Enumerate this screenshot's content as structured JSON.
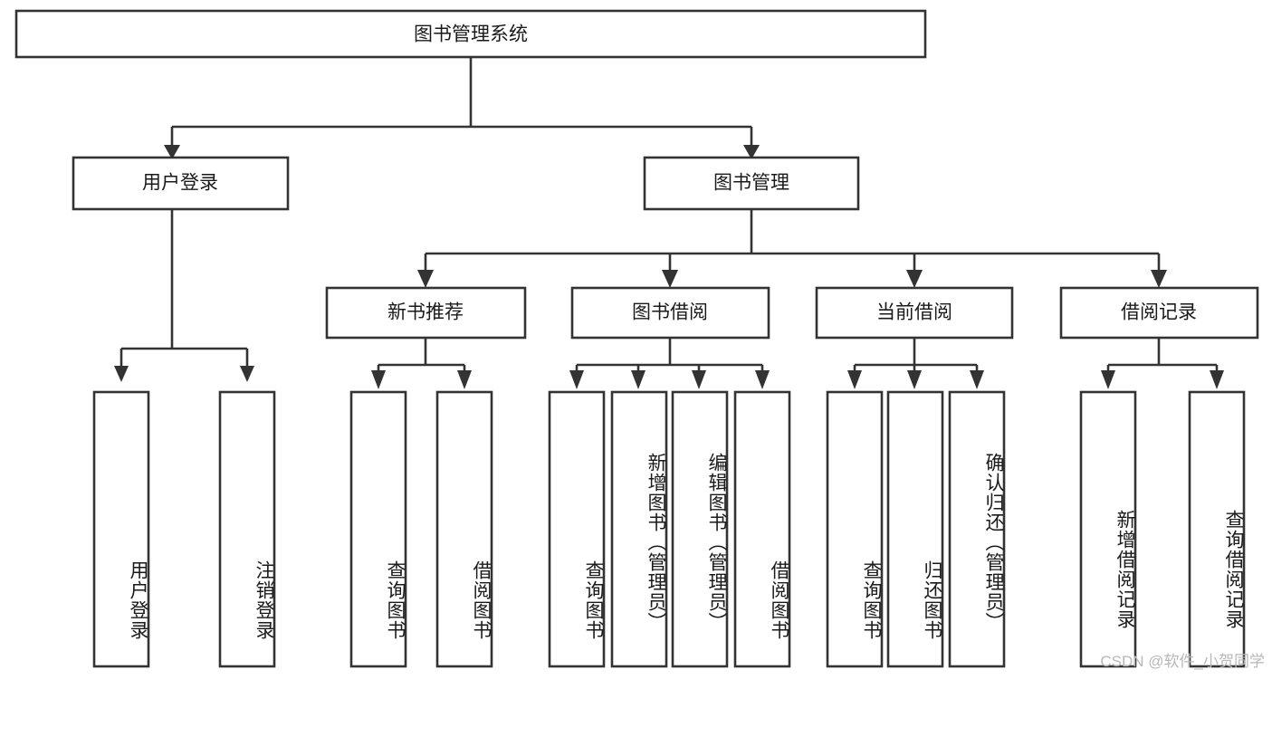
{
  "diagram": {
    "type": "tree",
    "title": "图书管理系统",
    "watermark": "CSDN @软件_小贺同学",
    "root": {
      "id": "root",
      "label": "图书管理系统"
    },
    "level2": [
      {
        "id": "user-login",
        "label": "用户登录"
      },
      {
        "id": "book-management",
        "label": "图书管理"
      }
    ],
    "level3": [
      {
        "id": "new-book-recommend",
        "label": "新书推荐",
        "parent": "book-management"
      },
      {
        "id": "book-borrow",
        "label": "图书借阅",
        "parent": "book-management"
      },
      {
        "id": "current-borrow",
        "label": "当前借阅",
        "parent": "book-management"
      },
      {
        "id": "borrow-record",
        "label": "借阅记录",
        "parent": "book-management"
      }
    ],
    "leaves": [
      {
        "id": "leaf-user-login",
        "label": "用户登录",
        "parent": "user-login"
      },
      {
        "id": "leaf-logout-login",
        "label": "注销登录",
        "parent": "user-login"
      },
      {
        "id": "leaf-query-book-1",
        "label": "查询图书",
        "parent": "new-book-recommend"
      },
      {
        "id": "leaf-borrow-book-1",
        "label": "借阅图书",
        "parent": "new-book-recommend"
      },
      {
        "id": "leaf-query-book-2",
        "label": "查询图书",
        "parent": "book-borrow"
      },
      {
        "id": "leaf-add-book",
        "label": "新增图书（管理员）",
        "parent": "book-borrow"
      },
      {
        "id": "leaf-edit-book",
        "label": "编辑图书（管理员）",
        "parent": "book-borrow"
      },
      {
        "id": "leaf-borrow-book-2",
        "label": "借阅图书",
        "parent": "book-borrow"
      },
      {
        "id": "leaf-query-book-3",
        "label": "查询图书",
        "parent": "current-borrow"
      },
      {
        "id": "leaf-return-book",
        "label": "归还图书",
        "parent": "current-borrow"
      },
      {
        "id": "leaf-confirm-return",
        "label": "确认归还（管理员）",
        "parent": "current-borrow"
      },
      {
        "id": "leaf-add-borrow-record",
        "label": "新增借阅记录",
        "parent": "borrow-record"
      },
      {
        "id": "leaf-query-borrow-record",
        "label": "查询借阅记录",
        "parent": "borrow-record"
      }
    ],
    "colors": {
      "stroke": "#333333",
      "fill": "#ffffff",
      "text": "#1a1a1a",
      "watermark": "#b8b8b8",
      "background": "#ffffff"
    }
  }
}
